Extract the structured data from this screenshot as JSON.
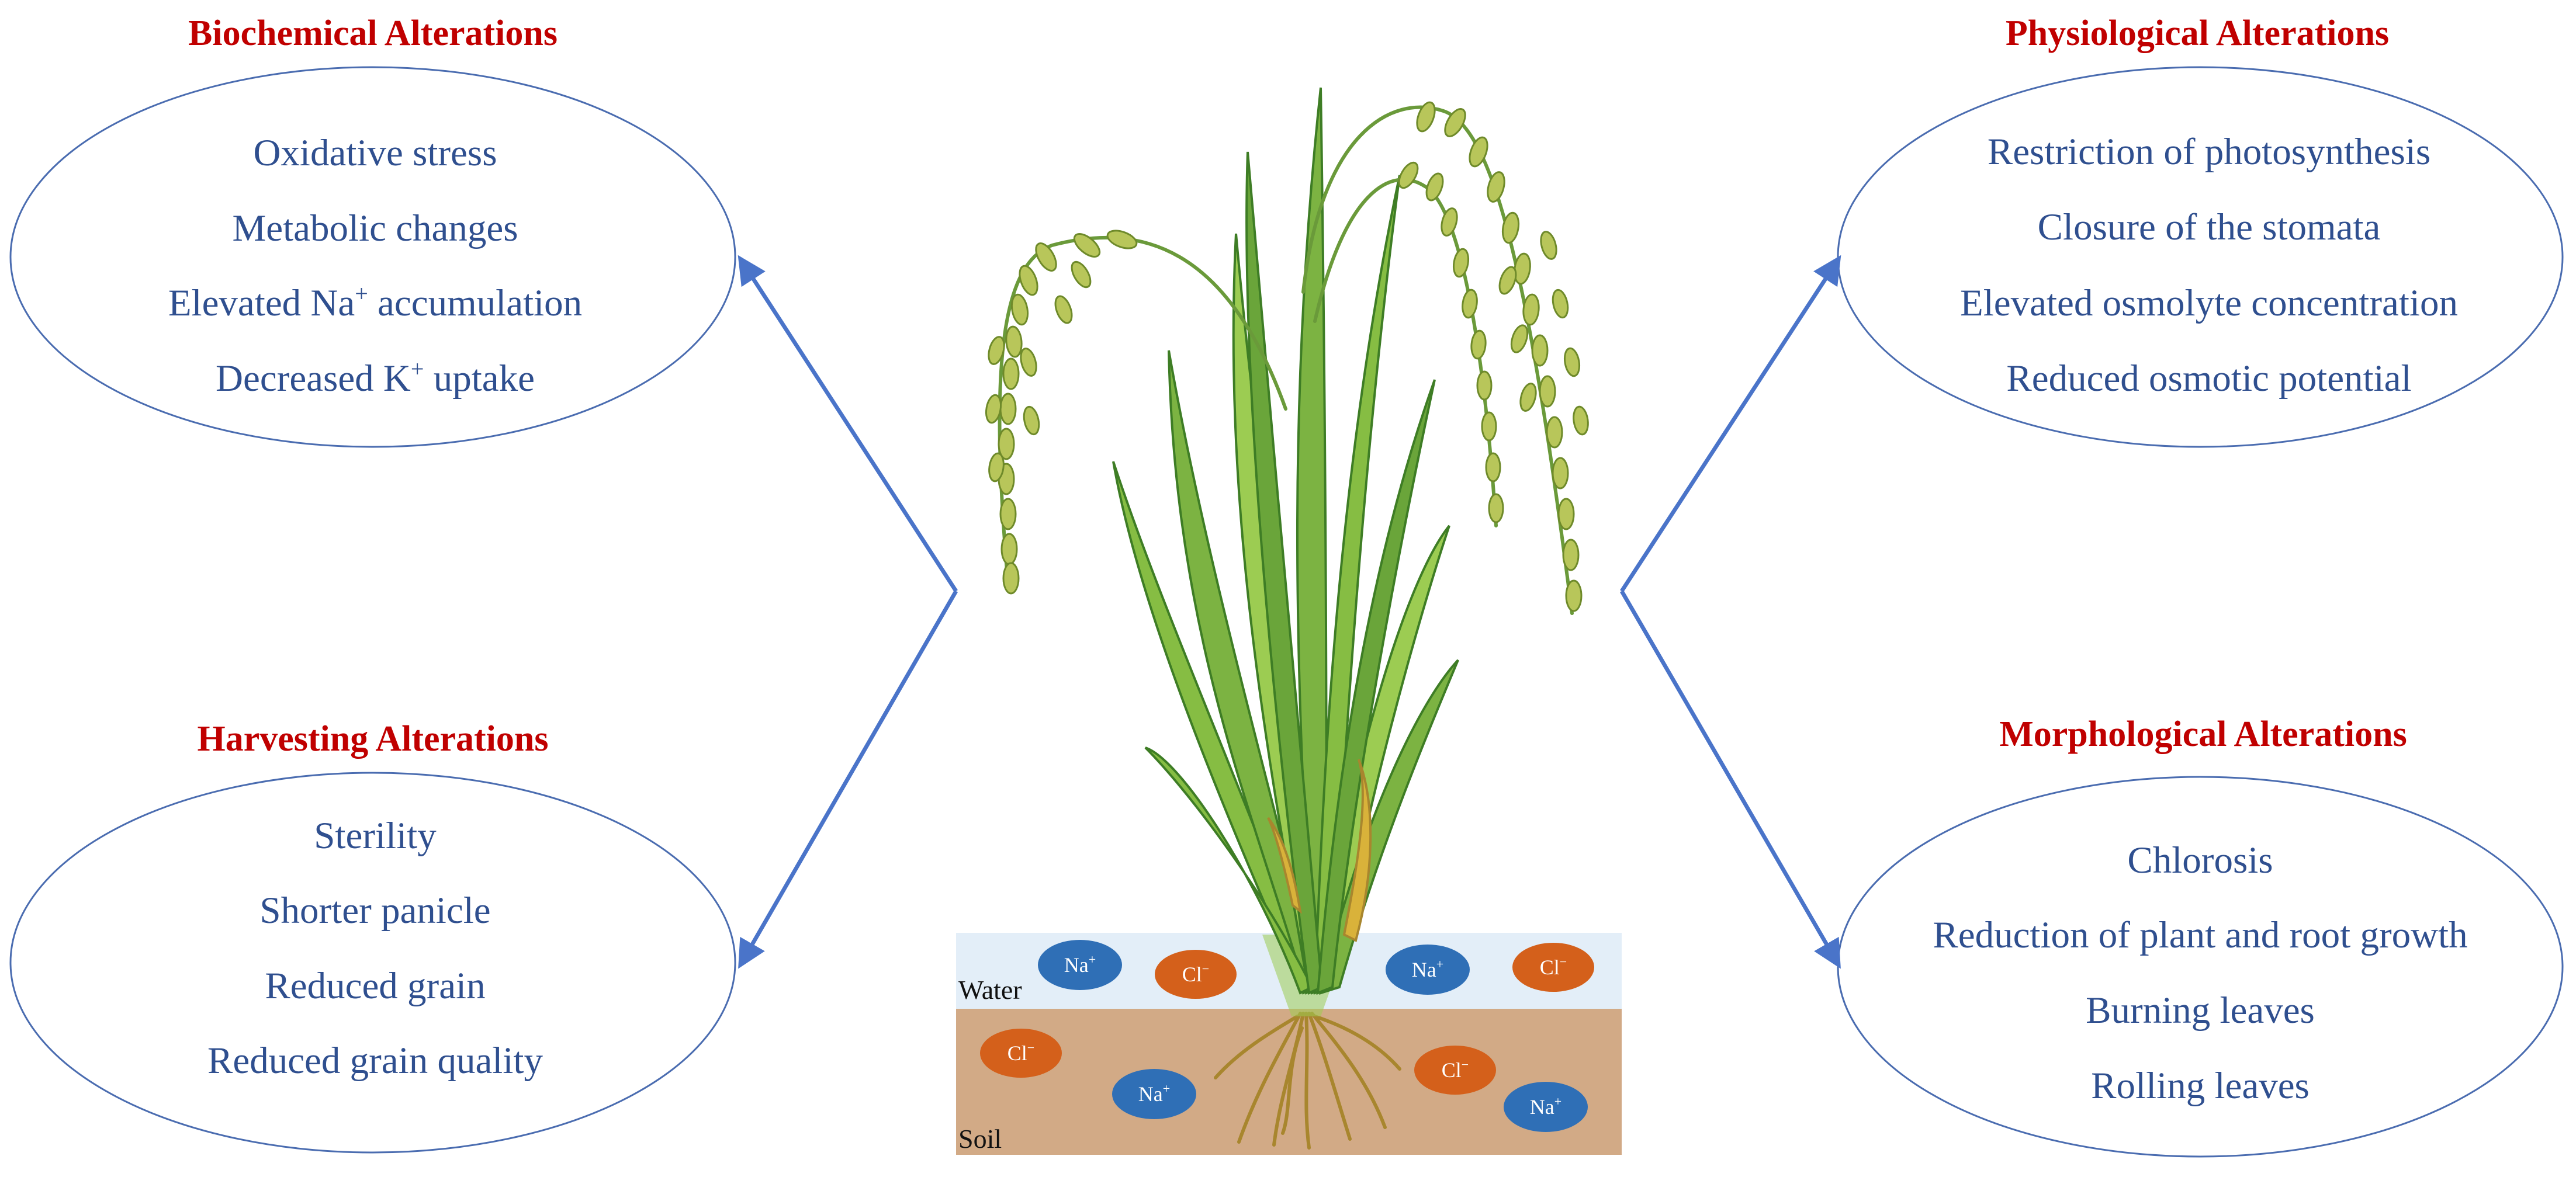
{
  "colors": {
    "heading": "#c00000",
    "item_text": "#2f4f8f",
    "ellipse_stroke": "#4a6cb0",
    "arrow": "#4a74c9",
    "water": "#e3eef8",
    "soil": "#d2aa86",
    "na_ion": "#2f6fb6",
    "cl_ion": "#d4601b",
    "leaf": "#7cb342",
    "leaf_dark": "#3e7d25",
    "grain": "#b8c65a"
  },
  "panels": {
    "biochemical": {
      "title": "Biochemical Alterations",
      "items": [
        {
          "text": "Oxidative stress"
        },
        {
          "text": "Metabolic changes"
        },
        {
          "text": "Elevated Na",
          "sup": "+",
          "after": " accumulation"
        },
        {
          "text": "Decreased K",
          "sup": "+",
          "after": " uptake"
        }
      ]
    },
    "physiological": {
      "title": "Physiological Alterations",
      "items": [
        {
          "text": "Restriction of photosynthesis"
        },
        {
          "text": "Closure of the stomata"
        },
        {
          "text": "Elevated osmolyte concentration"
        },
        {
          "text": "Reduced osmotic potential"
        }
      ]
    },
    "harvesting": {
      "title": "Harvesting Alterations",
      "items": [
        {
          "text": "Sterility"
        },
        {
          "text": "Shorter panicle"
        },
        {
          "text": "Reduced grain"
        },
        {
          "text": "Reduced grain quality"
        }
      ]
    },
    "morphological": {
      "title": "Morphological Alterations",
      "items": [
        {
          "text": "Chlorosis"
        },
        {
          "text": "Reduction of plant and root growth"
        },
        {
          "text": "Burning leaves"
        },
        {
          "text": "Rolling leaves"
        }
      ]
    }
  },
  "layers": {
    "water_label": "Water",
    "soil_label": "Soil"
  },
  "ions": {
    "na": {
      "base": "Na",
      "charge": "+"
    },
    "cl": {
      "base": "Cl",
      "charge": "−"
    }
  },
  "icons": {
    "plant": "rice-plant-illustration"
  }
}
